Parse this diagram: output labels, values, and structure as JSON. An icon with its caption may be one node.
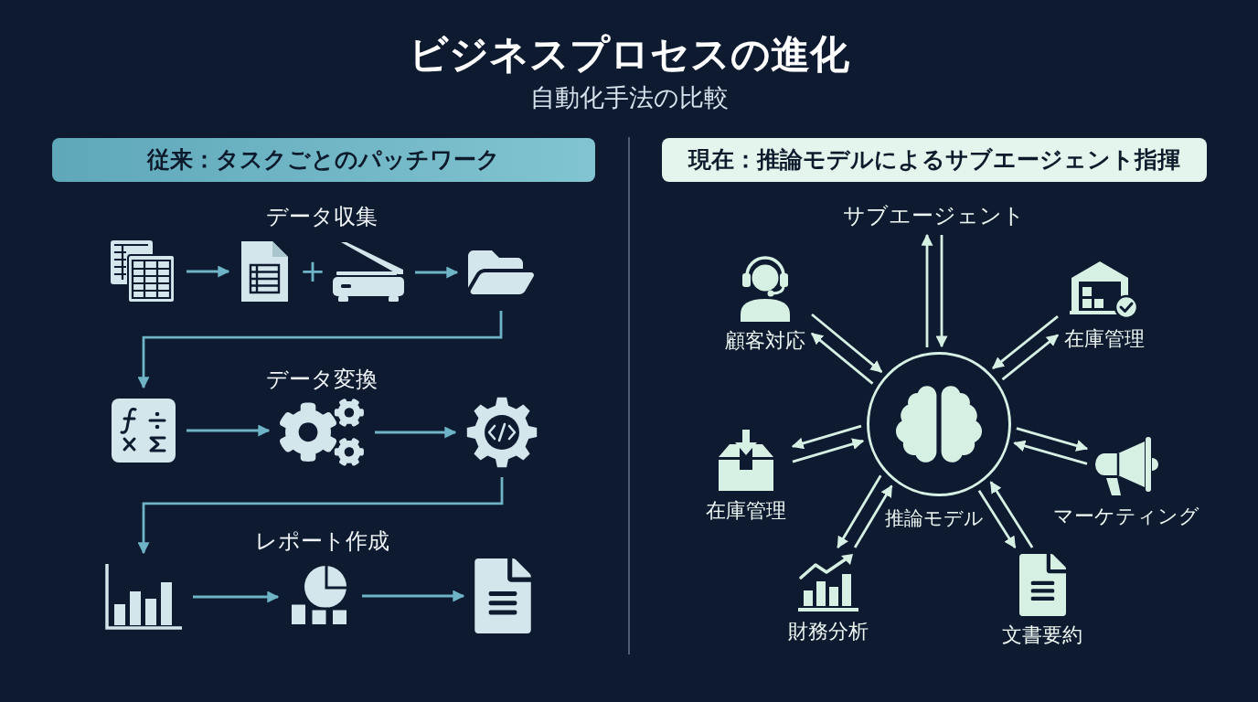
{
  "diagram": {
    "title": "ビジネスプロセスの進化",
    "nodes": [
      {
        "text": [
          "従来：タスクごとのパッチワーク"
        ]
      },
      {
        "text": [],
        "shape": "picture"
      },
      {
        "text": [],
        "shape": "picture"
      },
      {
        "text": [],
        "shape": "picture"
      },
      {
        "text": [],
        "shape": "picture"
      },
      {
        "text": [],
        "shape": "picture"
      },
      {
        "text": [],
        "shape": "picture"
      },
      {
        "text": [],
        "shape": "picture"
      },
      {
        "text": [],
        "shape": "picture"
      },
      {
        "text": [],
        "shape": "picture"
      },
      {
        "text": [],
        "shape": "picture"
      },
      {
        "text": [
          "現在：推論モデルによるサブエージェント指揮"
        ]
      },
      {
        "text": [],
        "shape": "circle",
        "beside": [
          "推論モデル"
        ]
      },
      {
        "text": [
          "サブエージェント"
        ]
      },
      {
        "text": [
          "顧客対応"
        ]
      },
      {
        "text": [
          "在庫管理"
        ]
      },
      {
        "text": [
          "在庫管理"
        ]
      },
      {
        "text": [
          "マーケティング"
        ]
      },
      {
        "text": [
          "財務分析"
        ]
      },
      {
        "text": [
          "文書要約"
        ]
      }
    ],
    "edges": [
      {
        "from": 1,
        "to": 2,
        "arrow": "to",
        "color": "#6fb3c6"
      },
      {
        "from": 3,
        "to": 4,
        "arrow": "to",
        "color": "#6fb3c6"
      },
      {
        "from": 4,
        "to": 5,
        "arrow": "to",
        "color": "#6fb3c6"
      },
      {
        "from": 5,
        "to": 6,
        "arrow": "to",
        "color": "#6fb3c6"
      },
      {
        "from": 6,
        "to": 7,
        "arrow": "to",
        "color": "#6fb3c6"
      },
      {
        "from": 7,
        "to": 8,
        "arrow": "to",
        "color": "#6fb3c6"
      },
      {
        "from": 8,
        "to": 9,
        "arrow": "to",
        "color": "#6fb3c6"
      },
      {
        "from": 9,
        "to": 10,
        "arrow": "to",
        "color": "#6fb3c6"
      },
      {
        "from": 12,
        "to": 13,
        "arrow": "to"
      },
      {
        "from": 13,
        "to": 12,
        "arrow": "to"
      },
      {
        "from": 12,
        "to": 14,
        "arrow": "to"
      },
      {
        "from": 14,
        "to": 12,
        "arrow": "to"
      },
      {
        "from": 12,
        "to": 15,
        "arrow": "to"
      },
      {
        "from": 15,
        "to": 12,
        "arrow": "to"
      },
      {
        "from": 12,
        "to": 16,
        "arrow": "to"
      },
      {
        "from": 16,
        "to": 12,
        "arrow": "to"
      },
      {
        "from": 12,
        "to": 17,
        "arrow": "to"
      },
      {
        "from": 17,
        "to": 12,
        "arrow": "to"
      },
      {
        "from": 12,
        "to": 18,
        "arrow": "to"
      },
      {
        "from": 18,
        "to": 12,
        "arrow": "to"
      },
      {
        "from": 12,
        "to": 19,
        "arrow": "to"
      },
      {
        "from": 19,
        "to": 12,
        "arrow": "to"
      }
    ],
    "labels": [
      "自動化手法の比較",
      "データ収集",
      "+",
      "データ変換",
      "レポート作成"
    ]
  }
}
